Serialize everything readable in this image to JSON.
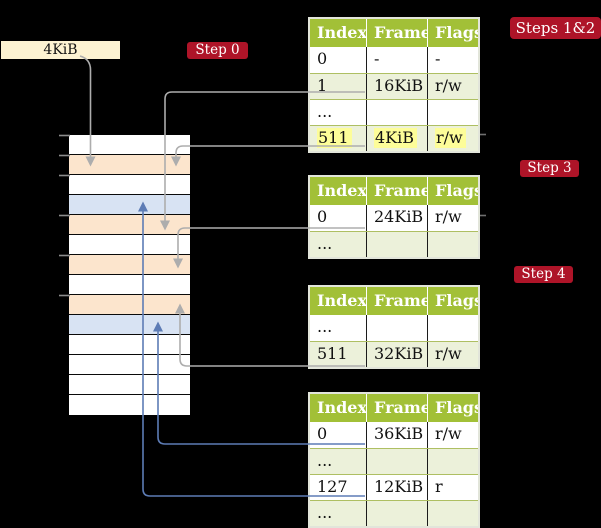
{
  "frame_box": {
    "label": "4KiB"
  },
  "badges": [
    {
      "id": "step0",
      "label": "Step 0"
    },
    {
      "id": "steps12",
      "label": "Steps 1&2"
    },
    {
      "id": "step3",
      "label": "Step 3"
    },
    {
      "id": "step4",
      "label": "Step 4"
    }
  ],
  "memory": {
    "rows": [
      {
        "color": "white"
      },
      {
        "color": "peach"
      },
      {
        "color": "white"
      },
      {
        "color": "blue"
      },
      {
        "color": "peach"
      },
      {
        "color": "white"
      },
      {
        "color": "peach"
      },
      {
        "color": "white"
      },
      {
        "color": "peach"
      },
      {
        "color": "blue"
      },
      {
        "color": "white"
      },
      {
        "color": "white"
      },
      {
        "color": "white"
      },
      {
        "color": "white"
      }
    ],
    "tick_ys": [
      135,
      155,
      175,
      215,
      255,
      295
    ]
  },
  "tables": [
    {
      "step": "Steps 1&2",
      "headers": [
        "Index",
        "Frame",
        "Flags"
      ],
      "rows": [
        {
          "cells": [
            "0",
            "-",
            "-"
          ],
          "highlight": false
        },
        {
          "cells": [
            "1",
            "16KiB",
            "r/w"
          ],
          "highlight": false
        },
        {
          "cells": [
            "...",
            "",
            ""
          ],
          "highlight": false
        },
        {
          "cells": [
            "511",
            "4KiB",
            "r/w"
          ],
          "highlight": true
        }
      ]
    },
    {
      "step": "Step 3",
      "headers": [
        "Index",
        "Frame",
        "Flags"
      ],
      "rows": [
        {
          "cells": [
            "0",
            "24KiB",
            "r/w"
          ],
          "highlight": false
        },
        {
          "cells": [
            "...",
            "",
            ""
          ],
          "highlight": false
        }
      ]
    },
    {
      "step": "Step 4",
      "headers": [
        "Index",
        "Frame",
        "Flags"
      ],
      "rows": [
        {
          "cells": [
            "...",
            "",
            ""
          ],
          "highlight": false
        },
        {
          "cells": [
            "511",
            "32KiB",
            "r/w"
          ],
          "highlight": false
        }
      ]
    },
    {
      "step": "final",
      "headers": [
        "Index",
        "Frame",
        "Flags"
      ],
      "rows": [
        {
          "cells": [
            "0",
            "36KiB",
            "r/w"
          ],
          "highlight": false
        },
        {
          "cells": [
            "...",
            "",
            ""
          ],
          "highlight": false
        },
        {
          "cells": [
            "127",
            "12KiB",
            "r"
          ],
          "highlight": false
        },
        {
          "cells": [
            "...",
            "",
            ""
          ],
          "highlight": false
        }
      ]
    }
  ],
  "colors": {
    "canvas-bg": "#000000",
    "frame-box-cream": "#fdf3d2",
    "badge-red": "#ae1428",
    "badge-text": "#ffffff",
    "header-green": "#a2c037",
    "header-text": "#ffffff",
    "row-green": "#ecf1da",
    "row-white": "#ffffff",
    "mem-peach": "#fce5cd",
    "mem-blue": "#d8e3f3",
    "highlight-yellow": "#fdfd99",
    "line-gray": "#adadad",
    "line-blue": "#5d7cb5",
    "tick-gray": "#8c8c8c",
    "table-border": "#e2e5da",
    "row-sep": "#aebf62",
    "cell-divider": "#1c1c1c",
    "cell-text": "#111111"
  }
}
